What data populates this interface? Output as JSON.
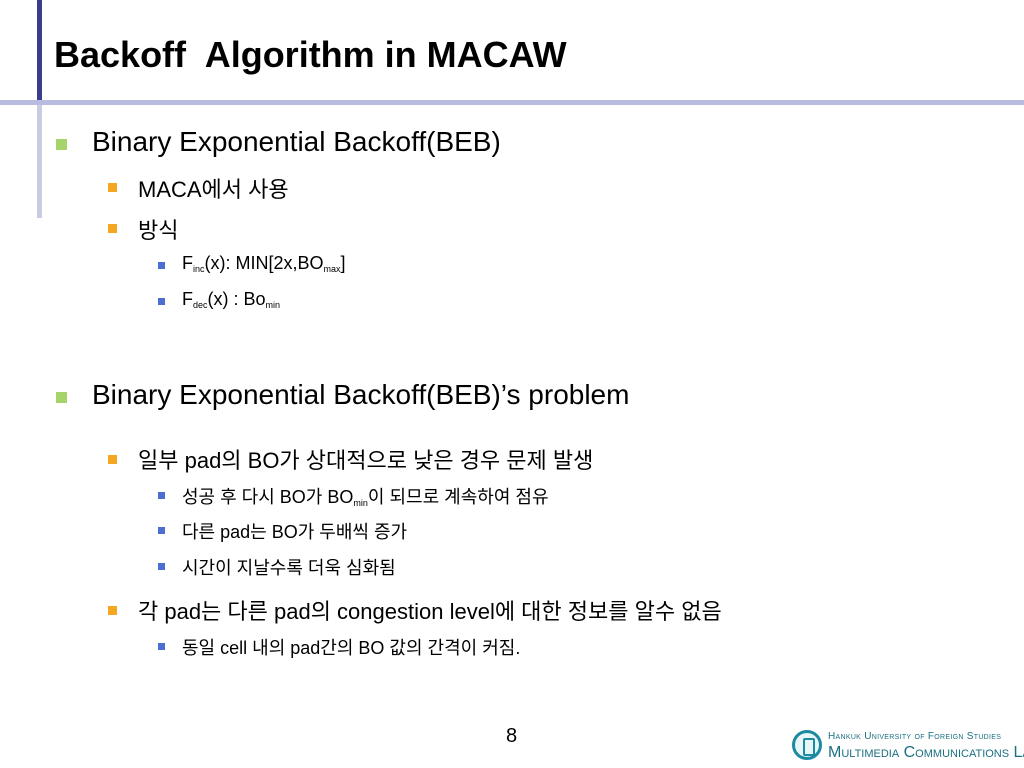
{
  "title": "Backoff  Algorithm in MACAW",
  "section1": {
    "heading": "Binary Exponential Backoff(BEB)",
    "sub1": "MACA에서 사용",
    "sub2": "방식",
    "formula1": {
      "f": "F",
      "sub": "inc",
      "body": "(x): MIN[2x,BO",
      "sub2": "max",
      "tail": "]"
    },
    "formula2": {
      "f": "F",
      "sub": "dec",
      "body": "(x) : Bo",
      "sub2": "min"
    }
  },
  "section2": {
    "heading": "Binary Exponential Backoff(BEB)’s problem",
    "sub1": "일부 pad의 BO가 상대적으로 낮은 경우 문제 발생",
    "item1": {
      "pre": "성공 후 다시 BO가 BO",
      "sub": "min",
      "post": "이 되므로 계속하여 점유"
    },
    "item2": "다른 pad는 BO가 두배씩 증가",
    "item3": "시간이 지날수록 더욱 심화됨",
    "sub2": "각 pad는 다른 pad의 congestion level에 대한 정보를 알수 없음",
    "item4": "동일 cell 내의 pad간의 BO 값의 간격이 커짐."
  },
  "page_number": "8",
  "logo": {
    "university": "Hankuk University of Foreign Studies",
    "lab": "Multimedia Communications Lab."
  },
  "colors": {
    "accent_line": "#3b3c8c",
    "bullet_level1": "#a7d36b",
    "bullet_level2": "#f5a623",
    "bullet_level3": "#4a6fd1",
    "logo": "#1a8aa0"
  }
}
